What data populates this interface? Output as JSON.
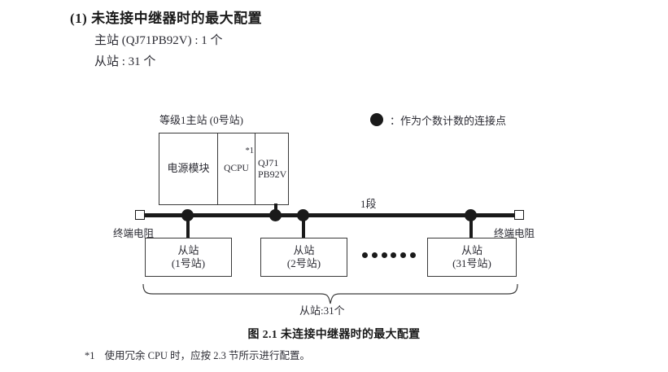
{
  "section": {
    "number": "(1)",
    "heading": "未连接中继器时的最大配置",
    "lines": [
      "主站 (QJ71PB92V) : 1 个",
      "从站 : 31 个"
    ]
  },
  "diagram": {
    "master_caption": "等级1主站 (0号站)",
    "module": {
      "power_supply": "电源模块",
      "cpu": "QCPU",
      "cpu_note": "*1",
      "network_line1": "QJ71",
      "network_line2": "PB92V"
    },
    "legend": {
      "symbol": "filled-circle",
      "text": "：作为个数计数的连接点"
    },
    "bus": {
      "segment_label": "1段",
      "terminator_left": "终端电阻",
      "terminator_right": "终端电阻"
    },
    "slaves": [
      {
        "title": "从站",
        "station": "(1号站)"
      },
      {
        "title": "从站",
        "station": "(2号站)"
      },
      {
        "title": "从站",
        "station": "(31号站)"
      }
    ],
    "ellipsis_dot_count": 6,
    "brace_label": "从站:31个"
  },
  "figure": {
    "caption": "图 2.1  未连接中继器时的最大配置"
  },
  "footnote": {
    "mark": "*1",
    "text": "使用冗余 CPU 时，应按 2.3 节所示进行配置。"
  }
}
